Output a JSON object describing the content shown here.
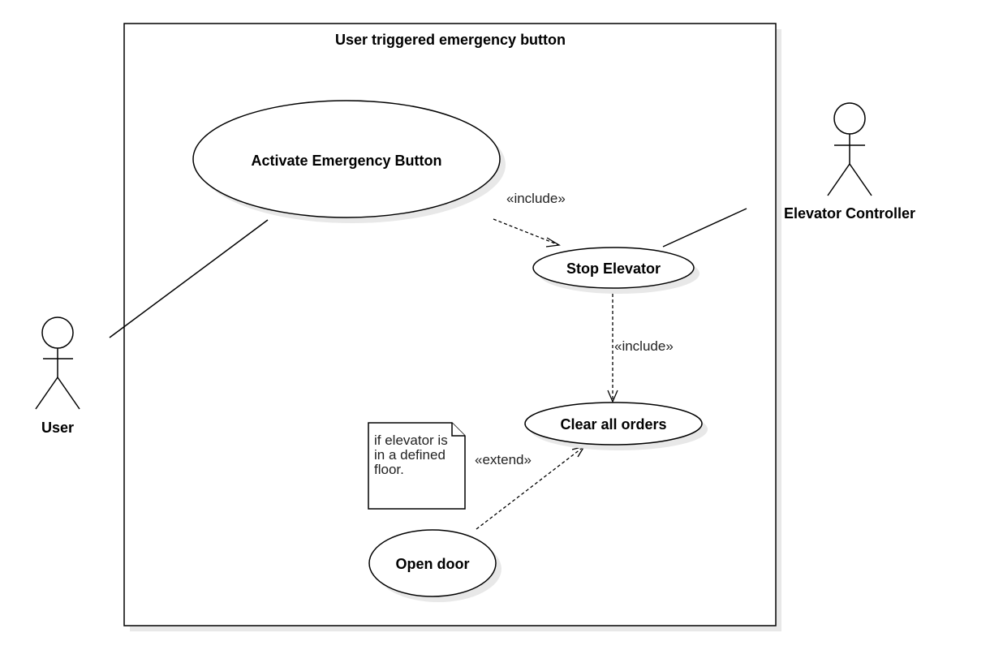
{
  "diagram": {
    "system_title": "User triggered emergency button",
    "use_cases": {
      "activate": "Activate Emergency Button",
      "stop": "Stop Elevator",
      "clear": "Clear all orders",
      "open": "Open door"
    },
    "actors": {
      "user": "User",
      "controller": "Elevator Controller"
    },
    "relations": {
      "include_1": "«include»",
      "include_2": "«include»",
      "extend": "«extend»"
    },
    "note": {
      "line1": "if elevator is",
      "line2": "in a defined",
      "line3": "floor."
    }
  }
}
